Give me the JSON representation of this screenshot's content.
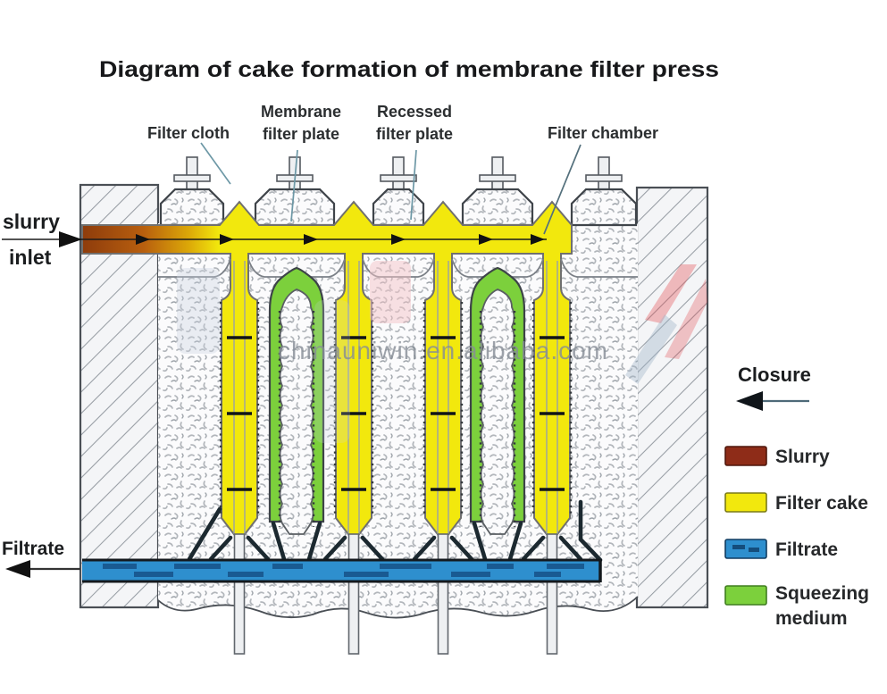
{
  "title": "Diagram of cake formation of membrane filter press",
  "watermark": "chinauniwin.en.alibaba.com",
  "callouts": {
    "filter_cloth": "Filter cloth",
    "membrane_line1": "Membrane",
    "membrane_line2": "filter plate",
    "recessed_line1": "Recessed",
    "recessed_line2": "filter plate",
    "filter_chamber": "Filter chamber"
  },
  "annotations": {
    "slurry_line1": "slurry",
    "slurry_line2": "inlet",
    "filtrate": "Filtrate",
    "closure": "Closure"
  },
  "legend": {
    "slurry": {
      "label": "Slurry",
      "color": "#8e2c18"
    },
    "filter_cake": {
      "label": "Filter cake",
      "color": "#f2e80d"
    },
    "filtrate": {
      "label": "Filtrate",
      "color": "#2e8fce"
    },
    "squeezing": {
      "label_line1": "Squeezing",
      "label_line2": "medium",
      "color": "#7cd03c"
    }
  },
  "colors": {
    "filter_cake_yellow": "#f2e80d",
    "squeezing_green": "#7cd03c",
    "filtrate_blue": "#2e8fce",
    "slurry_brown": "#9c4a10",
    "outline_gray": "#4a4f55"
  }
}
